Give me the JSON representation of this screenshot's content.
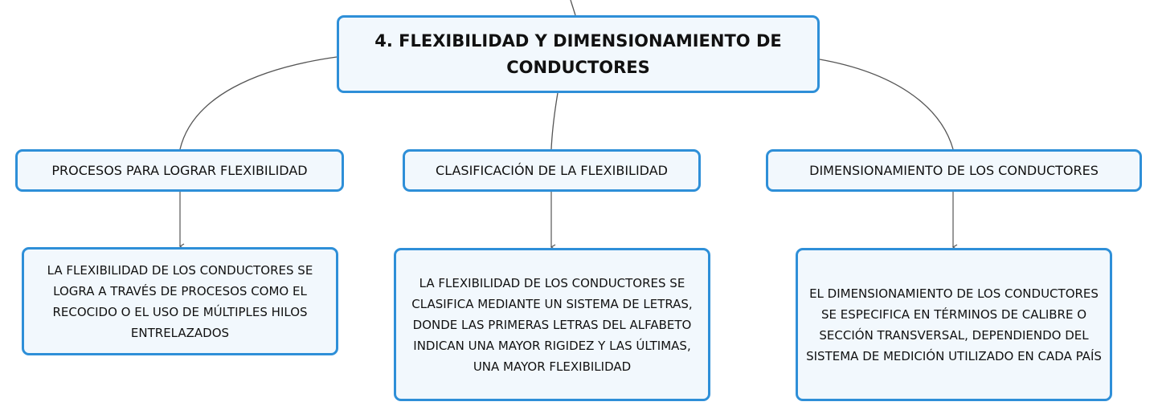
{
  "diagram": {
    "colors": {
      "node_border": "#2e8fd8",
      "node_fill": "#f2f8fd",
      "connector": "#555555"
    },
    "root": {
      "title": "4. FLEXIBILIDAD Y DIMENSIONAMIENTO DE CONDUCTORES"
    },
    "branches": [
      {
        "label": "PROCESOS PARA LOGRAR FLEXIBILIDAD",
        "detail": "LA FLEXIBILIDAD DE LOS CONDUCTORES SE LOGRA A TRAVÉS DE PROCESOS COMO EL RECOCIDO O EL USO DE MÚLTIPLES HILOS ENTRELAZADOS"
      },
      {
        "label": "CLASIFICACIÓN DE LA FLEXIBILIDAD",
        "detail": "LA FLEXIBILIDAD DE LOS CONDUCTORES SE CLASIFICA MEDIANTE UN SISTEMA DE LETRAS, DONDE LAS PRIMERAS LETRAS DEL ALFABETO INDICAN UNA MAYOR RIGIDEZ Y LAS ÚLTIMAS, UNA MAYOR FLEXIBILIDAD"
      },
      {
        "label": "DIMENSIONAMIENTO DE LOS CONDUCTORES",
        "detail": "EL DIMENSIONAMIENTO DE LOS CONDUCTORES SE ESPECIFICA EN TÉRMINOS DE CALIBRE O SECCIÓN TRANSVERSAL, DEPENDIENDO DEL SISTEMA DE MEDICIÓN UTILIZADO EN CADA PAÍS"
      }
    ]
  }
}
